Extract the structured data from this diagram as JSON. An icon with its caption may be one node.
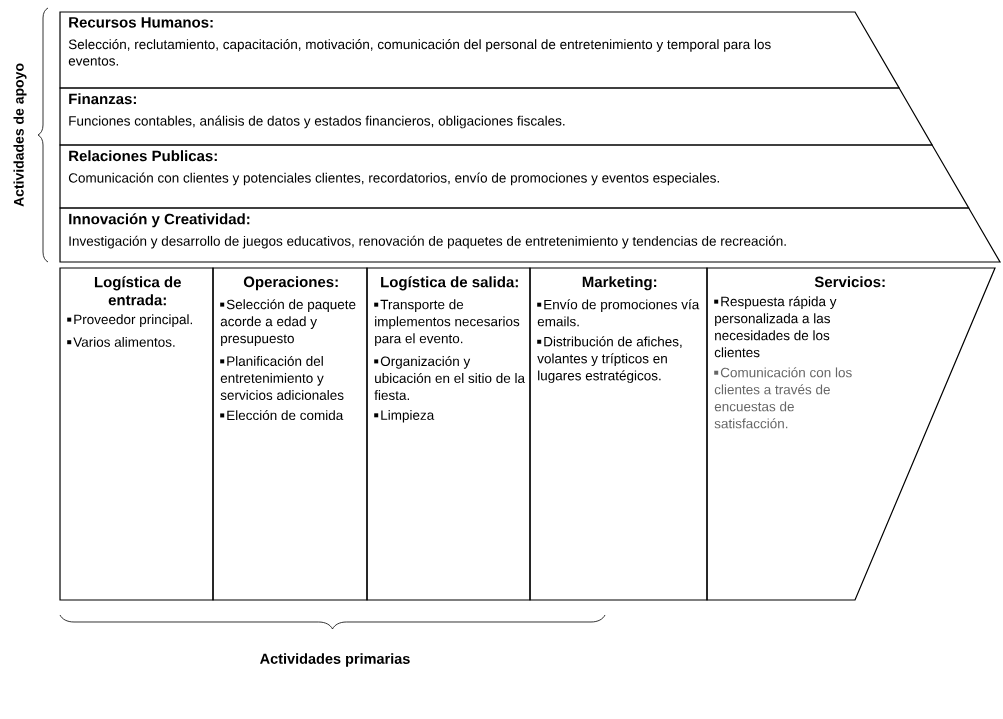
{
  "diagram": {
    "nodes": [
      {
        "text": [
          "Recursos Humanos:",
          "Selección, reclutamiento, capacitación, motivación, comunicación del personal de entretenimiento y temporal para los eventos."
        ]
      },
      {
        "text": [
          "Finanzas:",
          "Funciones contables, análisis de datos y estados financieros, obligaciones fiscales."
        ]
      },
      {
        "text": [
          "Relaciones Publicas:",
          "Comunicación con clientes y potenciales clientes, recordatorios, envío de promociones y eventos especiales."
        ]
      },
      {
        "text": [
          "Innovación y Creatividad:",
          "Investigación y desarrollo de juegos educativos, renovación de paquetes de entretenimiento y tendencias de recreación."
        ]
      },
      {
        "text": [
          "Logística de entrada:",
          "Proveedor principal.",
          "Varios alimentos."
        ]
      },
      {
        "text": [
          "Operaciones:",
          "Selección de paquete acorde a edad y presupuesto",
          "Planificación del entretenimiento y servicios adicionales",
          "Elección de comida"
        ]
      },
      {
        "text": [
          "Logística de salida:",
          "Transporte de implementos necesarios para el evento.",
          "Organización y ubicación en el sitio de la fiesta.",
          "Limpieza"
        ]
      },
      {
        "text": [
          "Marketing:",
          "Envío de promociones vía emails.",
          "Distribución de afiches, volantes y trípticos en lugares estratégicos."
        ]
      },
      {
        "text": [
          "Servicios:",
          "Respuesta rápida y personalizada a las necesidades de los clientes",
          "Comunicación con los clientes a través de encuestas de satisfacción."
        ]
      }
    ],
    "labels": [
      "Actividades de apoyo",
      "Actividades primarias"
    ]
  }
}
